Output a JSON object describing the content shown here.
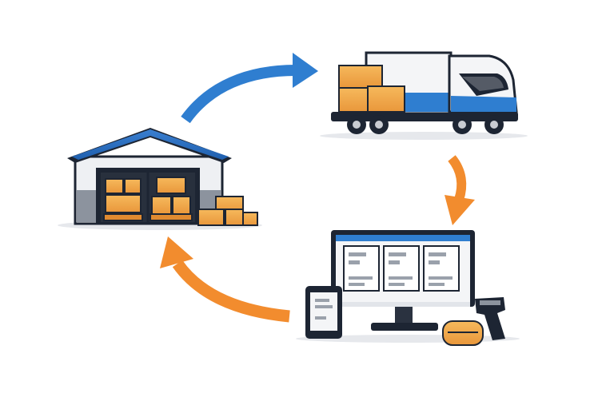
{
  "diagram": {
    "type": "logistics-cycle",
    "nodes": [
      {
        "id": "warehouse",
        "icon": "warehouse-icon"
      },
      {
        "id": "truck",
        "icon": "delivery-truck-icon"
      },
      {
        "id": "inventory-system",
        "icon": "computer-monitor-icon"
      }
    ],
    "arrows": [
      {
        "from": "warehouse",
        "to": "truck",
        "color": "#2f7ed0"
      },
      {
        "from": "truck",
        "to": "inventory-system",
        "color": "#f28c2e"
      },
      {
        "from": "inventory-system",
        "to": "warehouse",
        "color": "#f28c2e"
      }
    ]
  },
  "colors": {
    "blue": "#2f7ed0",
    "orange": "#f28c2e",
    "box": "#f3a94a",
    "dark": "#1d2533"
  }
}
